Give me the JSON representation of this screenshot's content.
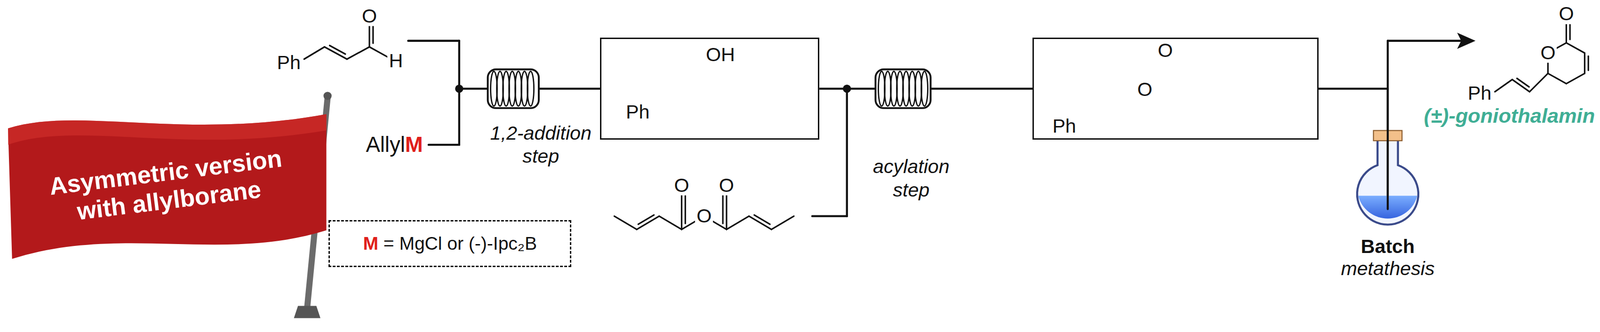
{
  "diagram": {
    "nodes": [
      {
        "text": [
          "Asymmetric version with allylborane"
        ]
      },
      {
        "text": [
          "OH",
          "Ph"
        ]
      },
      {
        "text": [
          "O",
          "O",
          "Ph"
        ]
      },
      {
        "text": [
          "M",
          "= MgCl or (-)-Ipc₂B"
        ]
      }
    ],
    "edges": [
      {
        "from": 1,
        "to": 2,
        "arrow": "none"
      }
    ],
    "labels": [
      "O",
      "H",
      "Ph",
      "Allyl",
      "M",
      "1,2-addition step",
      "O",
      "O",
      "O",
      "acylation step",
      "Batch",
      "metathesis",
      "Ph",
      "O",
      "O",
      "(±)-goniothalamin"
    ]
  }
}
